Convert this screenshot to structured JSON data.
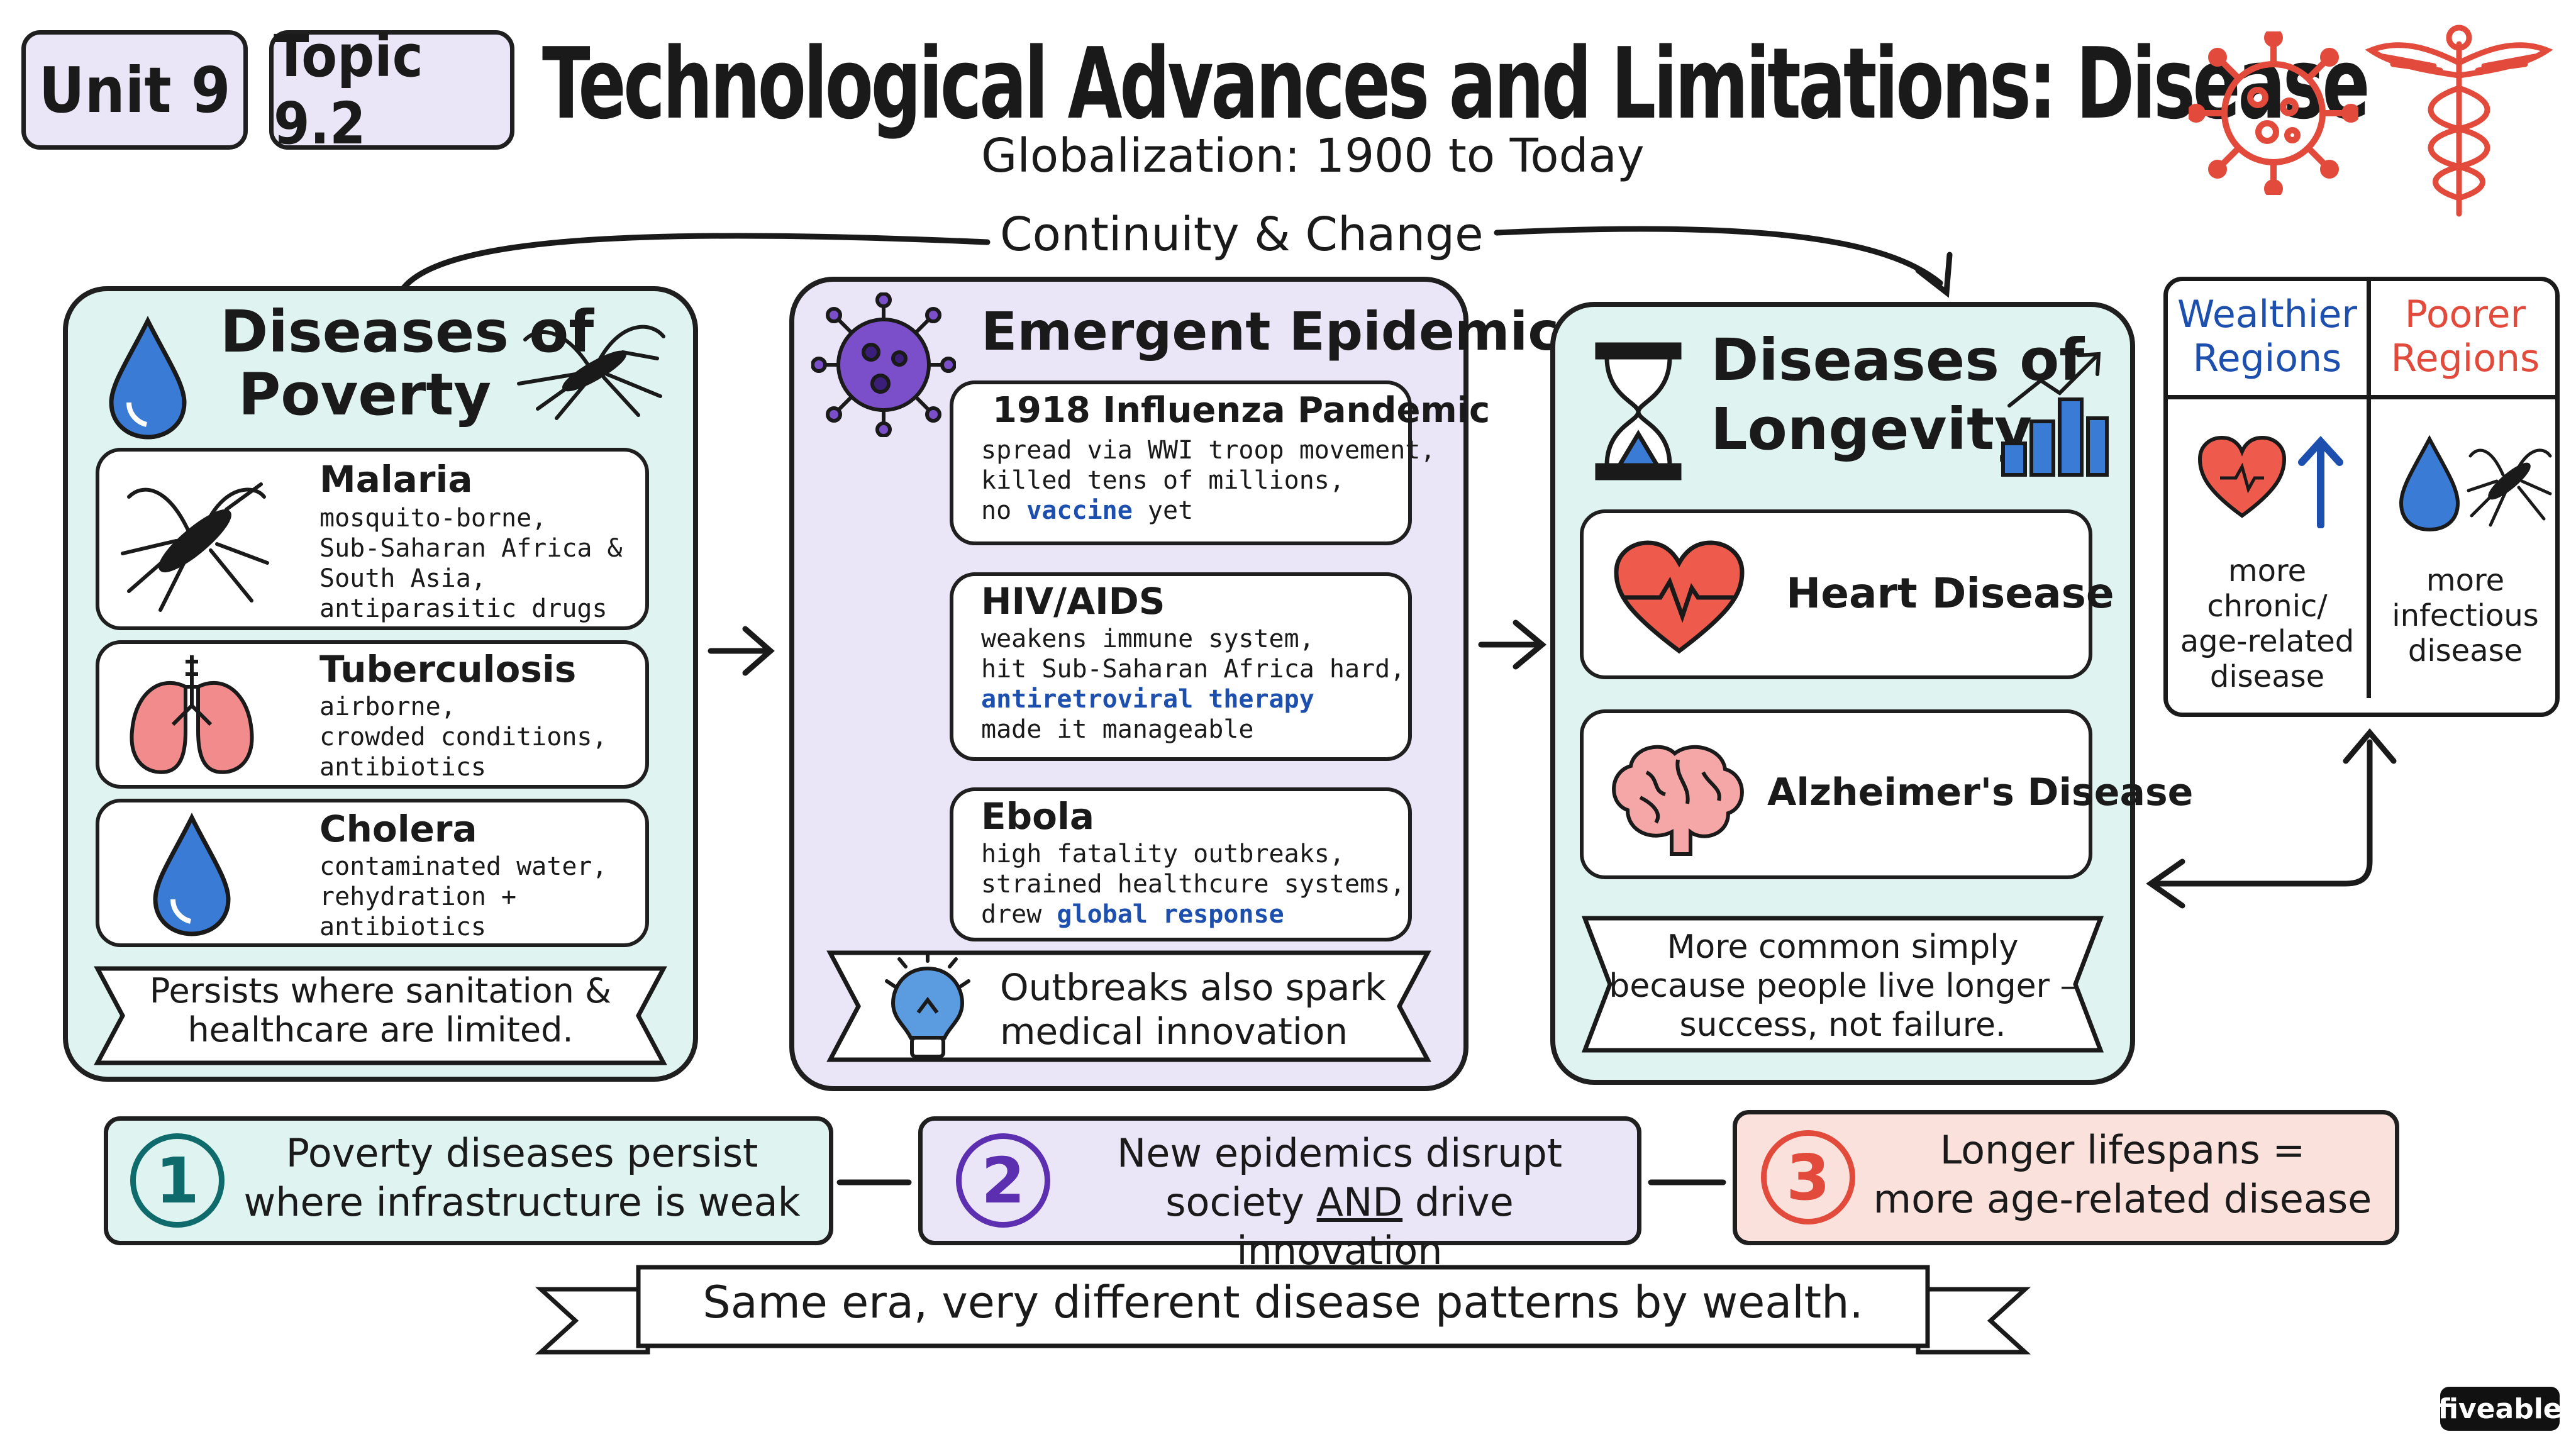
{
  "header": {
    "unit_label": "Unit 9",
    "topic_label": "Topic 9.2",
    "title": "Technological Advances and Limitations: Disease",
    "subtitle": "Globalization: 1900 to Today",
    "continuity_label": "Continuity & Change"
  },
  "poverty": {
    "title_line1": "Diseases of",
    "title_line2": "Poverty",
    "items": [
      {
        "name": "Malaria",
        "desc": "mosquito-borne,\nSub-Saharan Africa &\nSouth Asia,\nantiparasitic drugs"
      },
      {
        "name": "Tuberculosis",
        "desc": "airborne,\ncrowded conditions,\nantibiotics"
      },
      {
        "name": "Cholera",
        "desc": "contaminated water,\nrehydration +\nantibiotics"
      }
    ],
    "banner_line1": "Persists where sanitation &",
    "banner_line2": "healthcare are limited."
  },
  "epidemics": {
    "title": "Emergent Epidemics",
    "influenza": {
      "name": "1918 Influenza Pandemic",
      "line1": "spread via WWI troop movement,",
      "line2": "killed tens of millions,",
      "line3_pre": "no ",
      "line3_hl": "vaccine",
      "line3_post": " yet"
    },
    "hiv": {
      "name": "HIV/AIDS",
      "line1": "weakens immune system,",
      "line2": "hit Sub-Saharan Africa hard,",
      "line3_hl": "antiretroviral therapy",
      "line4": "made it manageable"
    },
    "ebola": {
      "name": "Ebola",
      "line1": "high fatality outbreaks,",
      "line2": "strained healthcure systems,",
      "line3_pre": "drew ",
      "line3_hl": "global response"
    },
    "banner_line1": "Outbreaks also spark",
    "banner_line2": "medical innovation"
  },
  "longevity": {
    "title_line1": "Diseases of",
    "title_line2": "Longevity",
    "items": [
      "Heart Disease",
      "Alzheimer's Disease"
    ],
    "banner_line1": "More common simply",
    "banner_line2": "because people live longer –",
    "banner_line3": "success, not failure."
  },
  "comparison": {
    "left_header_line1": "Wealthier",
    "left_header_line2": "Regions",
    "right_header_line1": "Poorer",
    "right_header_line2": "Regions",
    "left_text": "more\nchronic/\nage-related\ndisease",
    "right_text": "more\ninfectious\ndisease"
  },
  "summary": [
    {
      "num": "1",
      "line1": "Poverty diseases persist",
      "line2": "where infrastructure is weak"
    },
    {
      "num": "2",
      "line1": "New epidemics disrupt",
      "line2_pre": "society ",
      "line2_u": "AND",
      "line2_post": " drive innovation"
    },
    {
      "num": "3",
      "line1": "Longer lifespans =",
      "line2": "more age-related disease"
    }
  ],
  "footer_banner": "Same era, very different disease patterns by wealth.",
  "brand": "fiveable",
  "colors": {
    "teal_panel": "#dff3f1",
    "lavender_panel": "#ebe6f7",
    "pink_panel": "#fbe1dc",
    "blue_highlight": "#1d4fae",
    "purple_accent": "#5b2fb0",
    "red_accent": "#e24a3b",
    "teal_accent": "#0f6b6b"
  }
}
